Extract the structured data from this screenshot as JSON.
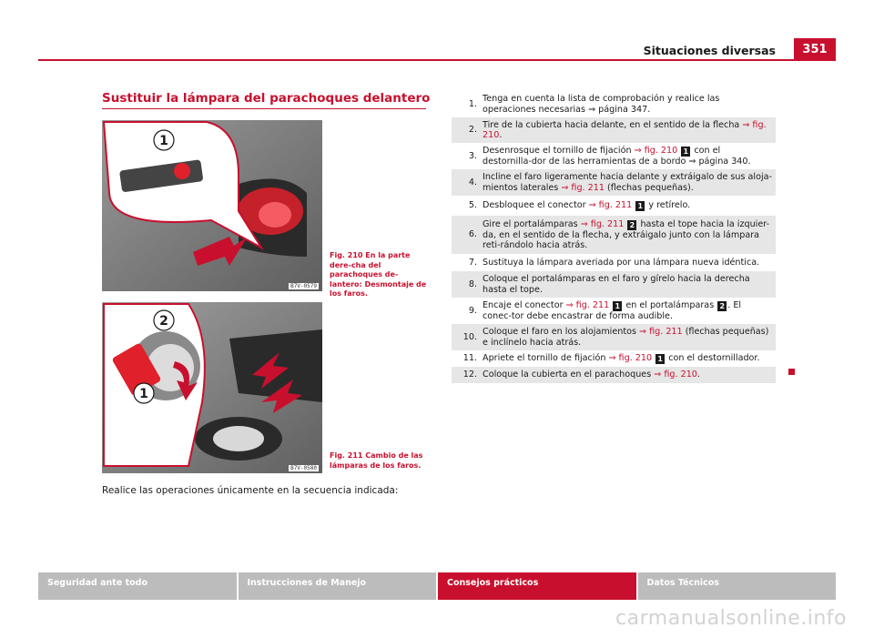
{
  "header": {
    "title": "Situaciones diversas",
    "page_number": "351"
  },
  "section": {
    "title": "Sustituir la lámpara del parachoques delantero"
  },
  "figures": [
    {
      "code": "B7V-0579",
      "callouts": [
        "1"
      ],
      "caption": "Fig. 210  En la parte dere-cha del parachoques de-lantero: Desmontaje de los faros."
    },
    {
      "code": "B7V-0580",
      "callouts": [
        "2",
        "1"
      ],
      "caption": "Fig. 211  Cambio de las lámparas de los faros."
    }
  ],
  "intro_text": "Realice las operaciones únicamente en la secuencia indicada:",
  "steps": [
    {
      "num": "1.",
      "parts": [
        {
          "t": "Tenga en cuenta la lista de comprobación y realice las operaciones necesarias ⇒ página 347."
        }
      ]
    },
    {
      "num": "2.",
      "parts": [
        {
          "t": "Tire de la cubierta hacia delante, en el sentido de la flecha "
        },
        {
          "r": "⇒ fig. 210"
        },
        {
          "t": "."
        }
      ]
    },
    {
      "num": "3.",
      "parts": [
        {
          "t": "Desenrosque el tornillo de fijación "
        },
        {
          "r": "⇒ fig. 210"
        },
        {
          "t": " "
        },
        {
          "b": "1"
        },
        {
          "t": " con el destornilla-dor de las herramientas de a bordo ⇒ página 340."
        }
      ]
    },
    {
      "num": "4.",
      "parts": [
        {
          "t": "Incline el faro ligeramente hacia delante y extráigalo de sus aloja-mientos laterales "
        },
        {
          "r": "⇒ fig. 211"
        },
        {
          "t": " (flechas pequeñas)."
        }
      ]
    },
    {
      "num": "5.",
      "parts": [
        {
          "t": "Desbloquee el conector "
        },
        {
          "r": "⇒ fig. 211"
        },
        {
          "t": " "
        },
        {
          "b": "1"
        },
        {
          "t": " y retírelo."
        }
      ]
    },
    {
      "num": "6.",
      "parts": [
        {
          "t": "Gire el portalámparas "
        },
        {
          "r": "⇒ fig. 211"
        },
        {
          "t": " "
        },
        {
          "b": "2"
        },
        {
          "t": " hasta el tope hacia la izquier-da, en el sentido de la flecha, y extráigalo junto con la lámpara reti-rándolo hacia atrás."
        }
      ]
    },
    {
      "num": "7.",
      "parts": [
        {
          "t": "Sustituya la lámpara averiada por una lámpara nueva idéntica."
        }
      ]
    },
    {
      "num": "8.",
      "parts": [
        {
          "t": "Coloque el portalámparas en el faro y gírelo hacia la derecha hasta el tope."
        }
      ]
    },
    {
      "num": "9.",
      "parts": [
        {
          "t": "Encaje el conector "
        },
        {
          "r": "⇒ fig. 211"
        },
        {
          "t": " "
        },
        {
          "b": "1"
        },
        {
          "t": " en el portalámparas "
        },
        {
          "b": "2"
        },
        {
          "t": ". El conec-tor debe encastrar de forma audible."
        }
      ]
    },
    {
      "num": "10.",
      "parts": [
        {
          "t": "Coloque el faro en los alojamientos "
        },
        {
          "r": "⇒ fig. 211"
        },
        {
          "t": " (flechas pequeñas) e inclínelo hacia atrás."
        }
      ]
    },
    {
      "num": "11.",
      "parts": [
        {
          "t": "Apriete el tornillo de fijación "
        },
        {
          "r": "⇒ fig. 210"
        },
        {
          "t": " "
        },
        {
          "b": "1"
        },
        {
          "t": " con el destornillador."
        }
      ]
    },
    {
      "num": "12.",
      "parts": [
        {
          "t": "Coloque la cubierta en el parachoques "
        },
        {
          "r": "⇒ fig. 210"
        },
        {
          "t": "."
        }
      ]
    }
  ],
  "footer": {
    "tabs": [
      "Seguridad ante todo",
      "Instrucciones de Manejo",
      "Consejos prácticos",
      "Datos Técnicos"
    ],
    "active_index": 2
  },
  "watermark": "carmanualsonline.info",
  "colors": {
    "accent": "#c8102e",
    "shade": "#e6e6e6",
    "footer_inactive": "#bcbcbc"
  }
}
